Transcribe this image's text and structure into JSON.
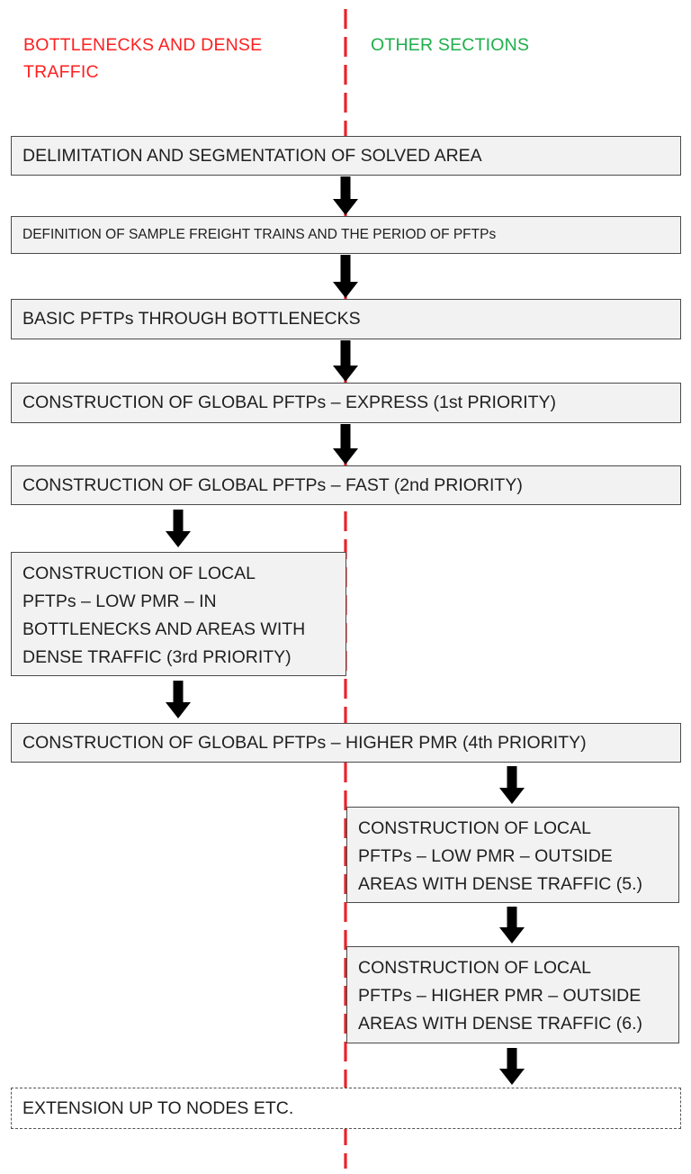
{
  "headers": {
    "left": "BOTTLENECKS AND DENSE TRAFFIC",
    "right": "OTHER SECTIONS"
  },
  "colors": {
    "left_header": "#ff1f1f",
    "right_header": "#1fae4b",
    "divider": "#e8232a",
    "box_fill": "#f2f2f2",
    "arrow": "#000000"
  },
  "steps": [
    {
      "lines": [
        "DELIMITATION AND SEGMENTATION OF SOLVED AREA"
      ]
    },
    {
      "lines": [
        "DEFINITION OF SAMPLE FREIGHT TRAINS AND THE PERIOD OF PFTPs"
      ]
    },
    {
      "lines": [
        "BASIC PFTPs THROUGH BOTTLENECKS"
      ]
    },
    {
      "lines": [
        "CONSTRUCTION OF GLOBAL PFTPs – EXPRESS (1st PRIORITY)"
      ]
    },
    {
      "lines": [
        "CONSTRUCTION OF GLOBAL PFTPs – FAST (2nd PRIORITY)"
      ]
    },
    {
      "lines": [
        "CONSTRUCTION OF LOCAL",
        "PFTPs – LOW PMR – IN",
        "BOTTLENECKS AND AREAS WITH",
        "DENSE TRAFFIC (3rd PRIORITY)"
      ]
    },
    {
      "lines": [
        "CONSTRUCTION OF GLOBAL PFTPs – HIGHER PMR (4th PRIORITY)"
      ]
    },
    {
      "lines": [
        "CONSTRUCTION OF LOCAL",
        "PFTPs – LOW PMR – OUTSIDE",
        "AREAS WITH DENSE TRAFFIC (5.)"
      ]
    },
    {
      "lines": [
        "CONSTRUCTION OF LOCAL",
        "PFTPs – HIGHER PMR – OUTSIDE",
        "AREAS WITH DENSE TRAFFIC (6.)"
      ]
    },
    {
      "lines": [
        "EXTENSION UP TO NODES ETC."
      ]
    }
  ],
  "connections": [
    {
      "from": 1,
      "to": 2
    },
    {
      "from": 2,
      "to": 3
    },
    {
      "from": 3,
      "to": 4
    },
    {
      "from": 4,
      "to": 5
    },
    {
      "from": 5,
      "to": 6
    },
    {
      "from": 6,
      "to": 7
    },
    {
      "from": 7,
      "to": 8
    },
    {
      "from": 8,
      "to": 9
    },
    {
      "from": 9,
      "to": 10
    }
  ]
}
